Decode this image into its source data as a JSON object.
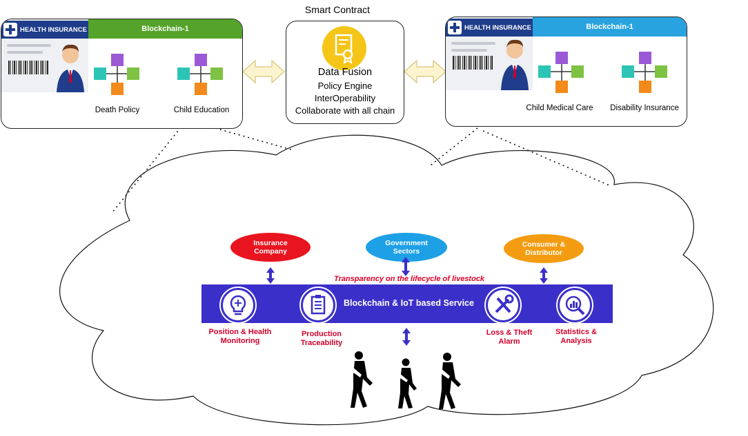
{
  "left_panel": {
    "header": "Blockchain-1",
    "header_color": "#55a32a",
    "card_title": "HEALTH INSURANCE",
    "items": [
      {
        "label": "Death Policy"
      },
      {
        "label": "Child Education"
      }
    ]
  },
  "right_panel": {
    "header": "Blockchain-1",
    "header_color": "#29a3e0",
    "card_title": "HEALTH INSURANCE",
    "items": [
      {
        "label": "Child Medical Care"
      },
      {
        "label": "Disability Insurance"
      }
    ]
  },
  "smart_contract": {
    "title": "Smart Contract",
    "lines": [
      "Data Fusion",
      "Policy Engine",
      "InterOperability",
      "Collaborate with all chain"
    ],
    "icon": "certificate-icon"
  },
  "cloud": {
    "stakeholders": [
      {
        "label": "Insurance\nCompany",
        "color": "#e8141f"
      },
      {
        "label": "Government\nSectors",
        "color": "#1ea0e6"
      },
      {
        "label": "Consumer &\nDistributor",
        "color": "#f39c12"
      }
    ],
    "transparency": "Transparency on the lifecycle of livestock",
    "service_title": "Blockchain & IoT based Service",
    "service_color": "#3b2fc9",
    "services": [
      {
        "label": "Position & Health\nMonitoring",
        "icon": "lightbulb-icon"
      },
      {
        "label": "Production\nTraceability",
        "icon": "clipboard-icon"
      },
      {
        "label": "Loss & Theft\nAlarm",
        "icon": "tools-icon"
      },
      {
        "label": "Statistics &\nAnalysis",
        "icon": "magnifier-chart-icon"
      }
    ]
  }
}
